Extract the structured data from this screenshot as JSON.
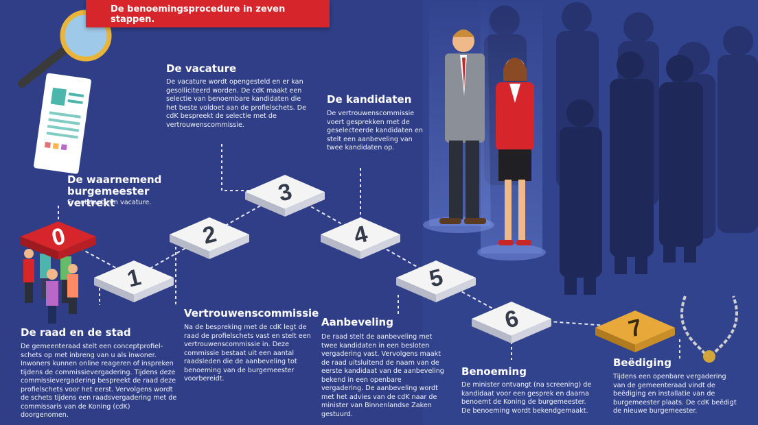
{
  "banner": {
    "text": "De benoemingsprocedure in zeven stappen."
  },
  "steps": [
    {
      "number": "0",
      "title": "De waarnemend burgemeester vertrekt",
      "text": "Er ontstaat een vacature."
    },
    {
      "number": "1",
      "title": "De raad en de stad",
      "text": "De gemeenteraad stelt een conceptprofiel-schets op met inbreng van u als inwoner. Inwoners kunnen online reageren of inspreken tijdens de commissievergadering. Tijdens deze commissievergadering bespreekt de raad deze profielschets voor het eerst. Vervolgens wordt de schets tijdens een raadsvergadering met de commissaris van de Koning (cdK) doorgenomen."
    },
    {
      "number": "2",
      "title": "Vertrouwenscommissie",
      "text": "Na de bespreking met de cdK legt de raad de profielschets vast en stelt een vertrouwenscommissie in. Deze commissie bestaat uit een aantal raadsleden die de aanbeveling tot benoeming van de burgemeester voorbereidt."
    },
    {
      "number": "3",
      "title": "De vacature",
      "text": "De vacature wordt opengesteld en er kan gesolliciteerd worden. De cdK maakt een selectie van benoembare kandidaten die het beste voldoet aan de profielschets. De cdK bespreekt de selectie met de vertrouwenscommissie."
    },
    {
      "number": "4",
      "title": "De kandidaten",
      "text": "De vertrouwenscommissie voert gesprekken met de geselecteerde kandidaten en stelt een aanbeveling van twee kandidaten op."
    },
    {
      "number": "5",
      "title": "Aanbeveling",
      "text": "De raad stelt de aanbeveling met twee kandidaten in een besloten vergadering vast. Vervolgens maakt de raad uitsluitend de naam van de eerste kandidaat van de aanbeveling bekend in een openbare vergadering. De aanbeveling wordt met het advies van de cdK naar de minister van Binnenlandse Zaken gestuurd."
    },
    {
      "number": "6",
      "title": "Benoeming",
      "text": "De minister ontvangt (na screening) de kandidaat voor een gesprek en daarna benoemt de Koning de burgemeester. De benoeming wordt bekendgemaakt."
    },
    {
      "number": "7",
      "title": "Beëdiging",
      "text": "Tijdens een openbare vergadering van de gemeenteraad vindt de beëdiging en installatie van de burgemeester plaats. De cdK beëdigt de nieuwe burgemeester."
    }
  ],
  "colors": {
    "background": "#2f3e86",
    "accent_red": "#d6262b",
    "tile_white": "#f4f4f4",
    "tile_gold": "#e8a93a"
  }
}
